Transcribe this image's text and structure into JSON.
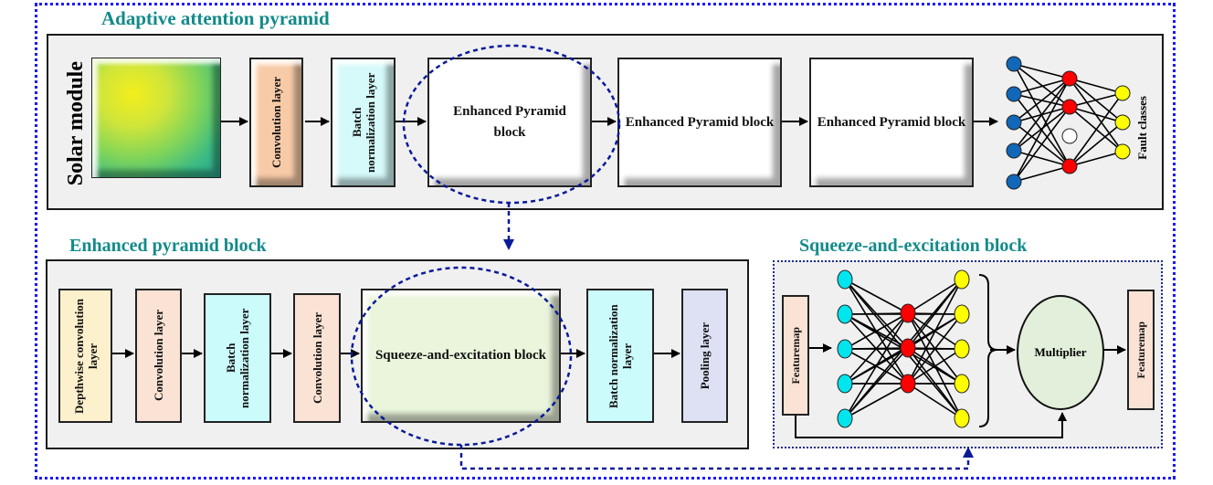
{
  "titles": {
    "main": "Adaptive attention pyramid",
    "enhanced": "Enhanced pyramid block",
    "se": "Squeeze-and-excitation block"
  },
  "top_row": {
    "input_label": "Solar module",
    "conv": "Convolution layer",
    "bn": "Batch normalization layer",
    "epb1": "Enhanced Pyramid block",
    "epb2": "Enhanced Pyramid block",
    "epb3": "Enhanced Pyramid block",
    "output_label": "Fault classes"
  },
  "enhanced_block": {
    "depthwise": "Depthwise convolution layer",
    "conv1": "Convolution layer",
    "bn1": "Batch normalization layer",
    "conv2": "Convolution layer",
    "se": "Squeeze-and-excitation block",
    "bn2": "Batch normalization layer",
    "pool": "Pooling layer"
  },
  "se_block": {
    "in": "Featuremap",
    "multiplier": "Multiplier",
    "out": "Featuremap"
  },
  "colors": {
    "title": "#138a8a",
    "conv": "#f8cba8",
    "bn": "#d6fafa",
    "depthwise": "#fdf0cc",
    "conv_light": "#fae3d5",
    "bn_light": "#ccfbfc",
    "pool": "#dde1f3",
    "se_block": "#eaf5dc",
    "multiplier": "#e2efda",
    "node_blue": "#1167b8",
    "node_red": "#ff0000",
    "node_yellow": "#ffff00",
    "node_cyan": "#00e5ee",
    "dashed": "#0a1a99"
  }
}
